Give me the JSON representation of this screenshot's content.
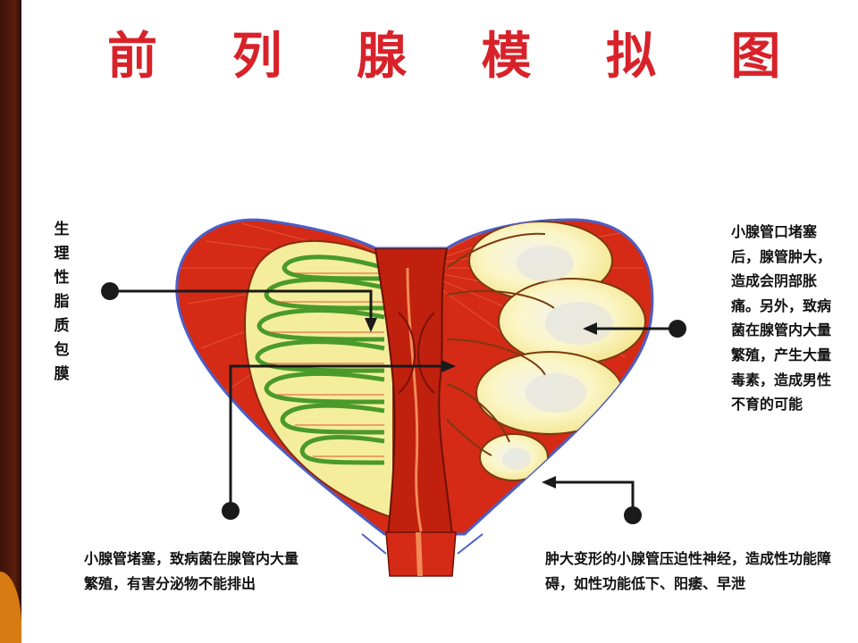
{
  "title": "前 列 腺 模 拟 图",
  "labels": {
    "capsule": "生理性脂质包膜",
    "blocked_outlet": "小腺管口堵塞后，腺管肿大，造成会阴部胀痛。另外，致病菌在腺管内大量繁殖，产生大量毒素，造成男性不育的可能",
    "blocked_duct": "小腺管堵塞，致病菌在腺管内大量繁殖，有害分泌物不能排出",
    "compressed_nerve": "肿大变形的小腺管压迫性神经，造成性功能障碍，如性功能低下、阳痿、早泄"
  },
  "colors": {
    "title_red": "#d8222a",
    "tissue_red": "#d42a16",
    "gland_yellow": "#f6efa8",
    "capsule_blue": "#4a5fc8",
    "duct_green": "#4a9a2a"
  }
}
